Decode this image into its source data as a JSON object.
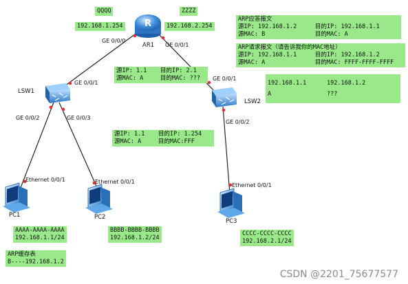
{
  "router": {
    "name": "AR1",
    "tag_left": "QQQQ",
    "tag_right": "ZZZZ",
    "ip_left": "192.168.1.254",
    "ip_right": "192.168.2.254",
    "port_left": "GE 0/0/0",
    "port_right": "GE 0/0/1"
  },
  "lsw1": {
    "name": "LSW1",
    "port_up": "GE 0/0/1",
    "port_left": "GE 0/0/2",
    "port_right": "GE 0/0/3"
  },
  "lsw2": {
    "name": "LSW2",
    "port_up": "GE 0/0/1",
    "port_down": "GE 0/0/2"
  },
  "pcs": [
    {
      "name": "PC1",
      "port": "Ethernet 0/0/1",
      "mac": "AAAA-AAAA-AAAA",
      "ip": "192.168.1.1/24"
    },
    {
      "name": "PC2",
      "port": "Ethernet 0/0/1",
      "mac": "BBBB-BBBB-BBBB",
      "ip": "192.168.1.2/24"
    },
    {
      "name": "PC3",
      "port": "Ethernet 0/0/1",
      "mac": "CCCC-CCCC-CCCC",
      "ip": "192.168.2.1/24"
    }
  ],
  "arp_cache": {
    "title": "ARP缓存表",
    "entry": "B----192.168.1.2"
  },
  "frame_left_top": {
    "line1_a": "源IP: 1.1",
    "line1_b": "目的IP: 2.1",
    "line2_a": "源MAC: A",
    "line2_b": "目的MAC: ???"
  },
  "frame_left_bottom": {
    "line1_a": "源IP: 1.1",
    "line1_b": "目的IP: 1.254",
    "line2_a": "源MAC: A",
    "line2_b": "目的MAC:FFF"
  },
  "arp_reply": {
    "title": "ARP应答报文",
    "line1_a": "源IP: 192.168.1.2",
    "line1_b": "目的IP: 192.168.1.1",
    "line2_a": "源MAC: B",
    "line2_b": "目的MAC: A"
  },
  "arp_request": {
    "title": "ARP请求报文（请告诉我你的MAC地址）",
    "line1_a": "源IP: 192.168.1.1",
    "line1_b": "目的IP: 192.168.1.2",
    "line2_a": "源MAC: A",
    "line2_b": "目的MAC: FFFF-FFFF-FFFF"
  },
  "arp_table": {
    "ip_a": "192.168.1.1",
    "ip_b": "192.168.1.2",
    "mac_a": "A",
    "mac_b": "???"
  },
  "watermark": "CSDN @2201_75677577",
  "colors": {
    "highlight": "#99e88a",
    "link": "#222222",
    "port_dot": "#e03030",
    "device_blue": "#2d7fd0"
  }
}
